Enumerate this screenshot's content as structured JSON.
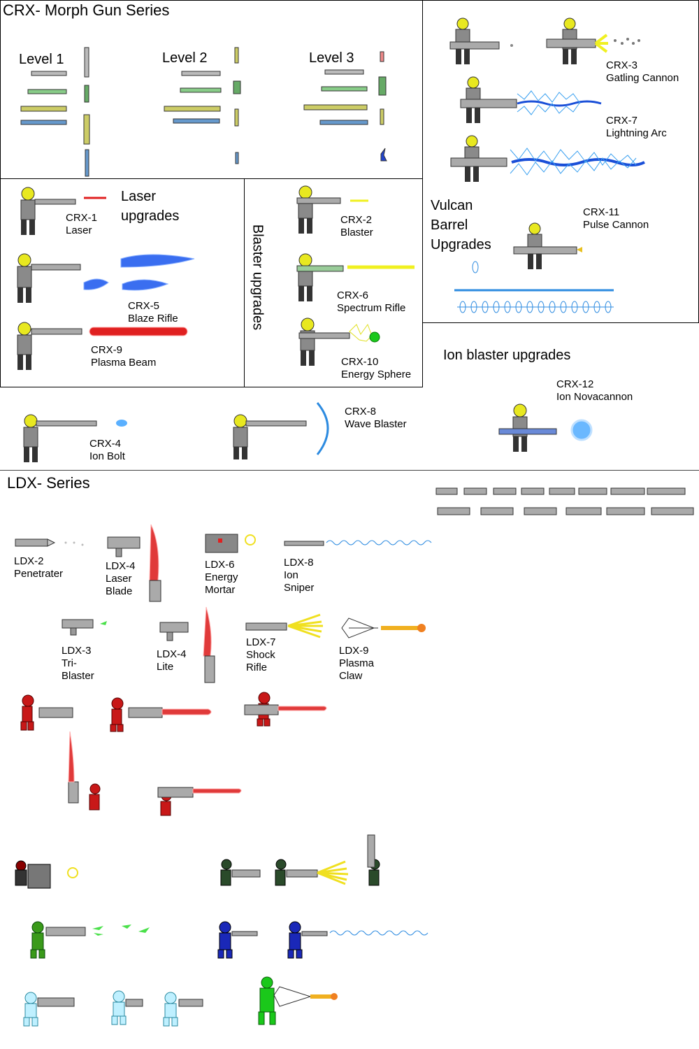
{
  "crx": {
    "title": "CRX- Morph Gun Series",
    "levels": [
      "Level 1",
      "Level 2",
      "Level 3"
    ],
    "laser_header": "Laser\nupgrades",
    "blaster_header": "Blaster upgrades",
    "vulcan_header": "Vulcan\nBarrel\nUpgrades",
    "ion_header": "Ion blaster upgrades",
    "weapons": {
      "crx1": "CRX-1\nLaser",
      "crx5": "CRX-5\nBlaze Rifle",
      "crx9": "CRX-9\nPlasma Beam",
      "crx2": "CRX-2\nBlaster",
      "crx6": "CRX-6\nSpectrum Rifle",
      "crx10": "CRX-10\nEnergy Sphere",
      "crx3": "CRX-3\nGatling Cannon",
      "crx7": "CRX-7\nLightning Arc",
      "crx11": "CRX-11\nPulse Cannon",
      "crx4": "CRX-4\nIon Bolt",
      "crx8": "CRX-8\nWave Blaster",
      "crx12": "CRX-12\nIon Novacannon"
    }
  },
  "ldx": {
    "title": "LDX- Series",
    "weapons": {
      "ldx2": "LDX-2\nPenetrater",
      "ldx4": "LDX-4\nLaser\nBlade",
      "ldx6": "LDX-6\nEnergy\nMortar",
      "ldx8": "LDX-8\nIon\nSniper",
      "ldx3": "LDX-3\nTri-\nBlaster",
      "ldx4lite": "LDX-4\nLite",
      "ldx7": "LDX-7\nShock\nRifle",
      "ldx9": "LDX-9\nPlasma\nClaw"
    }
  },
  "colors": {
    "robot_gray": "#8a8a8a",
    "robot_yellow": "#e8e820",
    "laser_red": "#e02020",
    "blaster_yellow": "#f0f020",
    "ion_blue": "#2d8be0",
    "lightning_blue": "#1a4fd8"
  }
}
